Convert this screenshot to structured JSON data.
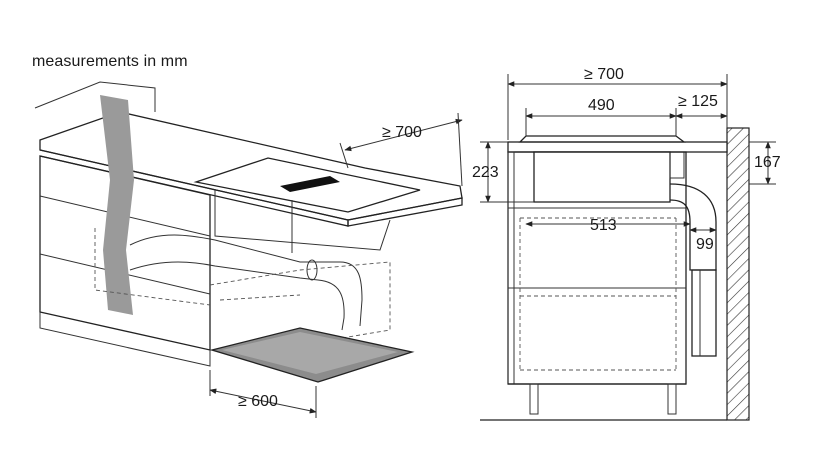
{
  "caption": "measurements in mm",
  "left_view": {
    "depth_label": "≥ 700",
    "clearance_label": "≥ 600"
  },
  "right_view": {
    "total_depth_label": "≥ 700",
    "hob_width_label": "490",
    "back_gap_label": "≥ 125",
    "hob_height_label": "223",
    "duct_height_label": "167",
    "unit_depth_label": "513",
    "duct_width_label": "99"
  }
}
